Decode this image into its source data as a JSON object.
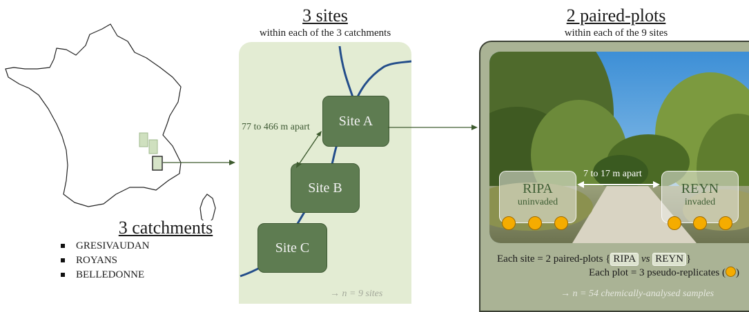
{
  "catchments": {
    "title": "3 catchments",
    "items": [
      "GRESIVAUDAN",
      "ROYANS",
      "BELLEDONNE"
    ]
  },
  "sites": {
    "title": "3 sites",
    "subtitle": "within each of the 3 catchments",
    "site_a": "Site A",
    "site_b": "Site B",
    "site_c": "Site C",
    "distance": "77 to 466 m apart",
    "footer": "→ n = 9 sites"
  },
  "plots": {
    "title": "2 paired-plots",
    "subtitle": "within each of the 9 sites",
    "ripa_name": "RIPA",
    "ripa_status": "uninvaded",
    "reyn_name": "REYN",
    "reyn_status": "invaded",
    "distance": "7 to 17 m apart",
    "caption1_pre": "Each site = 2 paired-plots {",
    "caption1_ripa": "RIPA",
    "caption1_vs": "vs",
    "caption1_reyn": "REYN",
    "caption1_post": "}",
    "caption2_pre": "Each plot = 3 pseudo-replicates (",
    "caption2_post": ")",
    "footer": "→ n = 54 chemically-analysed samples"
  },
  "colors": {
    "site_box": "#5e7c51",
    "site_panel": "#e3ecd3",
    "plot_panel": "#aab395",
    "river": "#234d8a",
    "arrow": "#3d5a2e",
    "replicate_dot": "#f5ac00"
  }
}
